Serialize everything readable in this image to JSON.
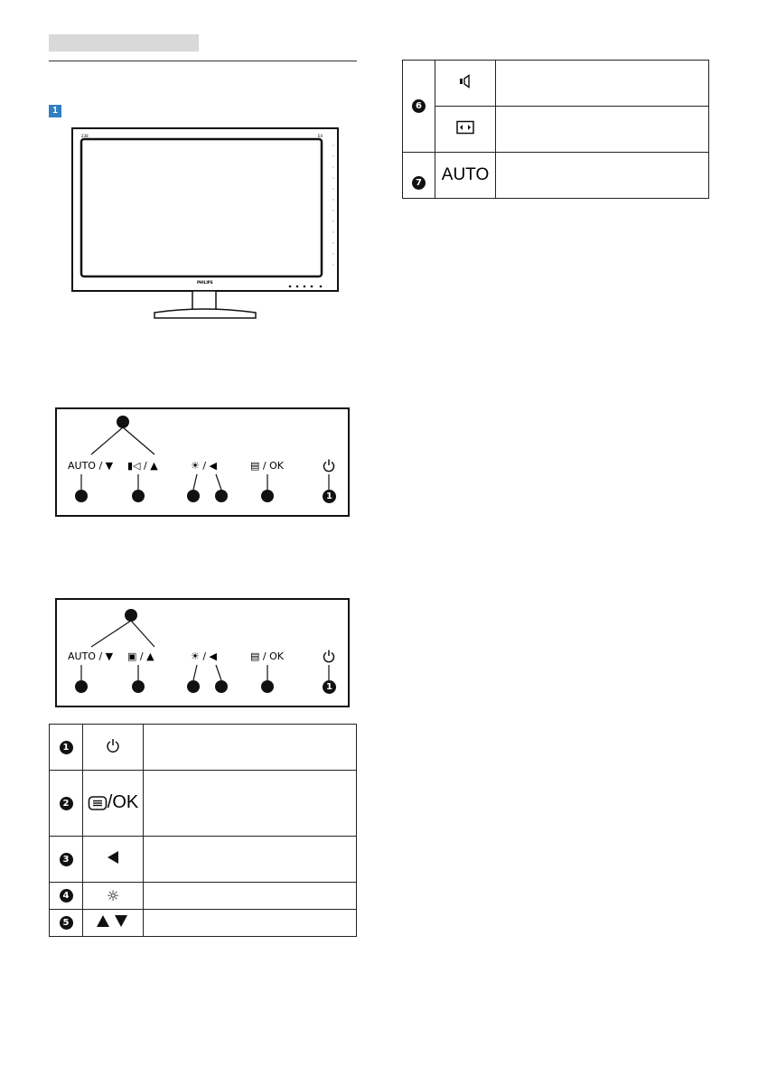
{
  "header": {
    "bar_color": "#d9d9d9",
    "section_number": "1",
    "section_color": "#2f7fc1"
  },
  "monitor": {
    "brand": "PHILIPS",
    "model_tl": "238",
    "model_tr": "E4"
  },
  "panel_a": {
    "labels": [
      "AUTO / ▼",
      "▮◁ / ▲",
      "☀ / ◀",
      "▤ / OK"
    ]
  },
  "panel_b": {
    "labels": [
      "AUTO / ▼",
      "▣ / ▲",
      "☀ / ◀",
      "▤ / OK"
    ]
  },
  "table_left": {
    "rows": [
      {
        "num": "1",
        "icon": "power-icon"
      },
      {
        "num": "2",
        "icon": "menu-ok-icon",
        "text": "/OK"
      },
      {
        "num": "3",
        "icon": "left-arrow-icon"
      },
      {
        "num": "4",
        "icon": "brightness-icon"
      },
      {
        "num": "5",
        "icon": "up-down-arrows-icon"
      }
    ]
  },
  "table_right": {
    "rows": [
      {
        "num": "6",
        "icon": "speaker-icon"
      },
      {
        "num": "",
        "icon": "aspect-ratio-icon"
      },
      {
        "num": "7",
        "icon": "auto-text",
        "text": "AUTO"
      }
    ]
  }
}
